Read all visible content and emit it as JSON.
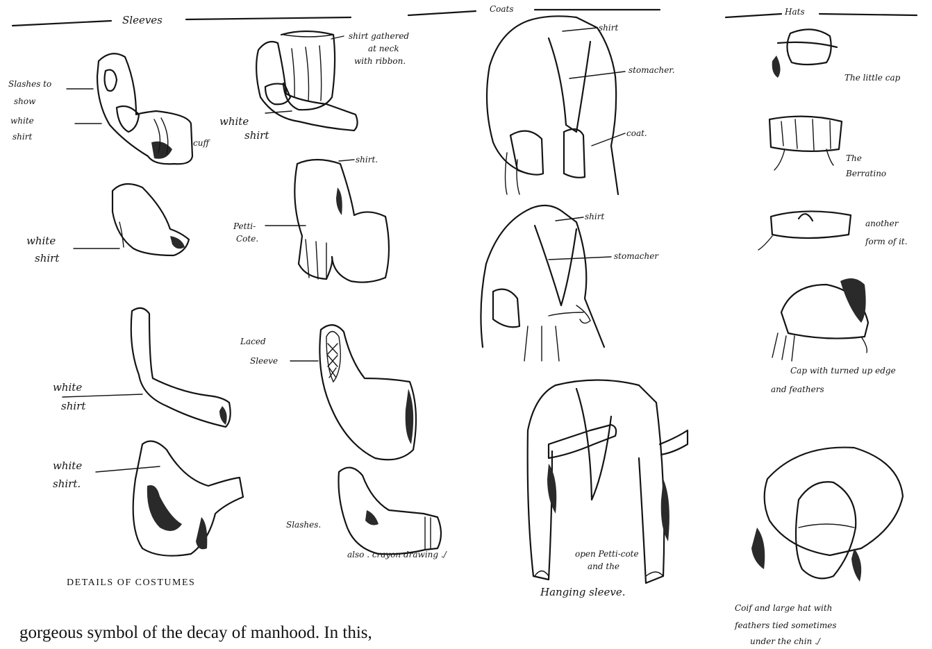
{
  "sections": {
    "sleeves": "Sleeves",
    "coats": "Coats",
    "hats": "Hats"
  },
  "sleeve_labels": {
    "slashes_show_white_shirt_1": "Slashes to",
    "slashes_show_white_shirt_2": "show",
    "slashes_show_white_shirt_3": "white",
    "slashes_show_white_shirt_4": "shirt",
    "cuff": "cuff",
    "shirt_gathered_1": "shirt gathered",
    "shirt_gathered_2": "at neck",
    "shirt_gathered_3": "with ribbon.",
    "white_shirt_top_1": "white",
    "white_shirt_top_2": "shirt",
    "shirt_b": "shirt.",
    "petticote_1": "Petti-",
    "petticote_2": "Cote.",
    "white_shirt_2a": "white",
    "white_shirt_2b": "shirt",
    "white_shirt_3a": "white",
    "white_shirt_3b": "shirt",
    "laced_1": "Laced",
    "laced_2": "Sleeve",
    "white_shirt_4a": "white",
    "white_shirt_4b": "shirt.",
    "slashes": "Slashes.",
    "also_crayon": "also . crayon drawing ./"
  },
  "coat_labels": {
    "shirt_1": "shirt",
    "stomacher_1": "stomacher.",
    "coat": "coat.",
    "shirt_2": "shirt",
    "stomacher_2": "stomacher",
    "open_petticote_1": "open Petti-cote",
    "open_petticote_2": "and the",
    "hanging_sleeve": "Hanging sleeve."
  },
  "hat_labels": {
    "little_cap": "The little cap",
    "berratino_1": "The",
    "berratino_2": "Berratino",
    "another_1": "another",
    "another_2": "form of it.",
    "cap_turned_1": "Cap with turned up edge",
    "cap_turned_2": "and feathers",
    "coif_1": "Coif and large hat with",
    "coif_2": "feathers tied sometimes",
    "coif_3": "under the chin ./"
  },
  "caption": "DETAILS OF COSTUMES",
  "body_text": "gorgeous symbol of the decay of manhood.  In this,"
}
